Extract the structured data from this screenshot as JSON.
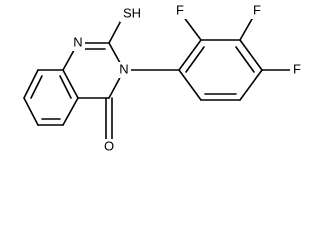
{
  "diagram": {
    "type": "chemical-structure",
    "atom_labels": {
      "thiol": "SH",
      "n1": "N",
      "n3": "N",
      "oxygen": "O",
      "fluorine_2": "F",
      "fluorine_3": "F",
      "fluorine_4": "F"
    },
    "colors": {
      "bond": "#000000",
      "label": "#000000",
      "background": "#ffffff"
    }
  }
}
